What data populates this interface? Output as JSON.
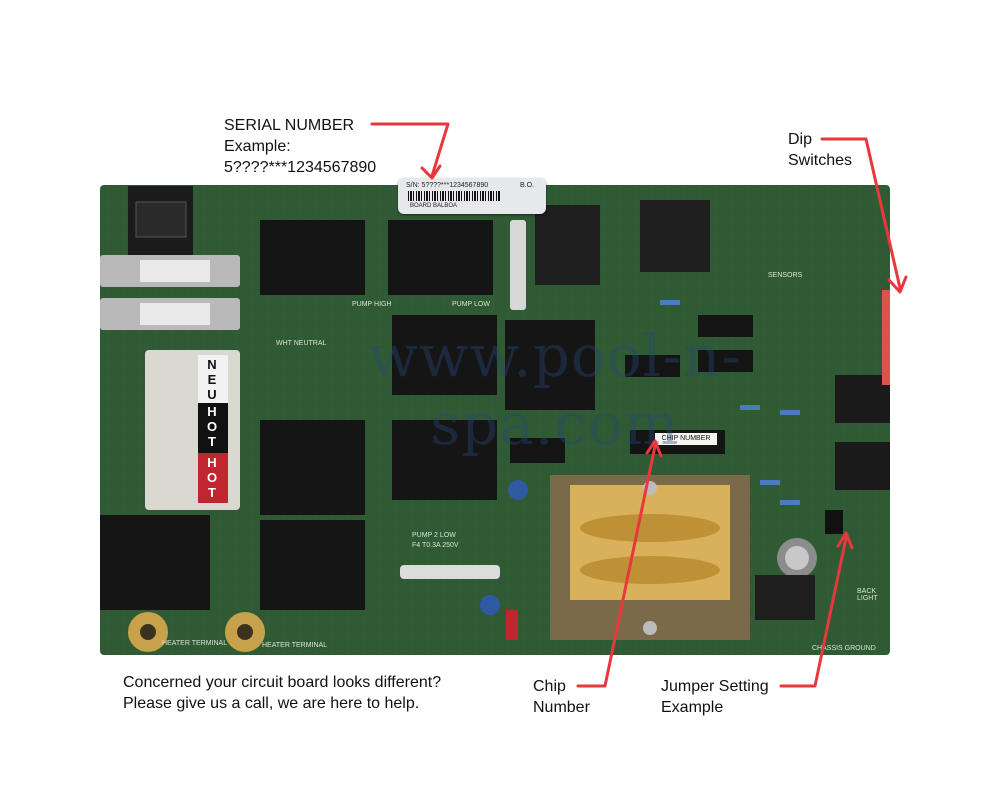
{
  "callouts": {
    "serial": {
      "title": "SERIAL NUMBER",
      "example_label": "Example:",
      "example_value": "5????***1234567890"
    },
    "dip": {
      "line1": "Dip",
      "line2": "Switches"
    },
    "chip": {
      "line1": "Chip",
      "line2": "Number"
    },
    "jumper": {
      "line1": "Jumper Setting",
      "line2": "Example"
    },
    "help": {
      "line1": "Concerned your circuit board looks different?",
      "line2": "Please give us a call, we are here to help."
    }
  },
  "board_labels": {
    "serial_sticker": "S/N: 5????***1234567890",
    "serial_sticker_code": "B.O.",
    "serial_sticker_brand": "BOARD BALBOA",
    "chip_tag": "CHIP NUMBER",
    "neu": "NEU",
    "hot_1": "HOT",
    "hot_2": "HOT",
    "pump_high": "PUMP HIGH",
    "pump_low": "PUMP LOW",
    "pump2_low": "PUMP 2 LOW",
    "fuse_rating": "F4 T0.3A 250V",
    "heater_terminal_1": "HEATER TERMINAL",
    "heater_terminal_2": "HEATER TERMINAL",
    "chassis_ground": "CHASSIS GROUND",
    "back_light": "BACK LIGHT",
    "wht_neutral": "WHT NEUTRAL",
    "sensors": "SENSORS"
  },
  "watermark": "www.pool-n-spa.com",
  "colors": {
    "board_green": "#2f5a34",
    "board_dark": "#1e3b25",
    "callout_line": "#e8373d",
    "dip_red": "#d9534f",
    "transformer_yellow": "#d8b15a",
    "hot_red": "#c0262d",
    "neu_white": "#f2f2f2"
  }
}
